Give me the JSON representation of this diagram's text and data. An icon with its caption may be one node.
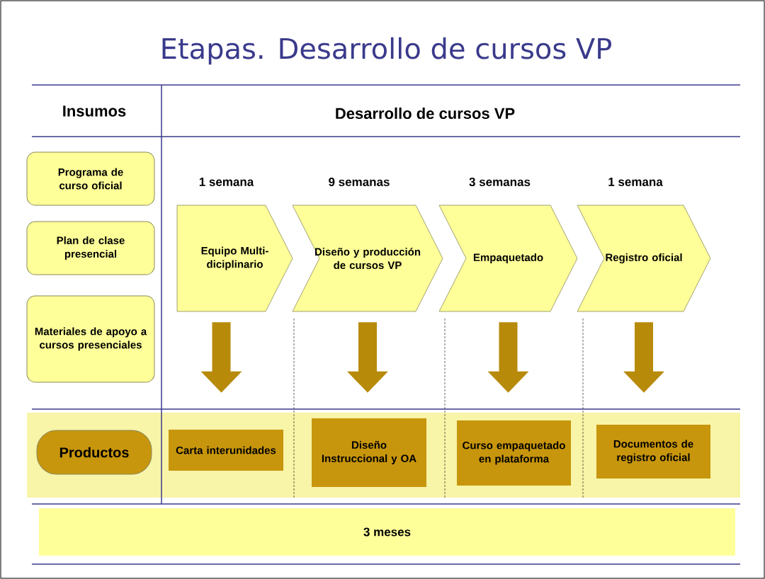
{
  "diagram": {
    "title": "Etapas. Desarrollo de cursos VP",
    "nodes": [
      {
        "text": [
          "Programa de curso oficial"
        ]
      },
      {
        "text": [
          "Plan de clase presencial"
        ]
      },
      {
        "text": [
          "Materiales de apoyo a cursos presenciales"
        ]
      },
      {
        "text": [
          "Productos"
        ]
      },
      {
        "text": [
          "Equipo Multi- diciplinario"
        ],
        "beside": [
          "1 semana"
        ]
      },
      {
        "text": [
          "Diseño y producción de cursos VP"
        ],
        "beside": [
          "9 semanas"
        ]
      },
      {
        "text": [
          "Empaquetado"
        ],
        "beside": [
          "3 semanas"
        ]
      },
      {
        "text": [
          "Registro oficial"
        ],
        "beside": [
          "1 semana"
        ]
      },
      {
        "text": [
          "Carta interunidades"
        ]
      },
      {
        "text": [
          "Diseño Instruccional y OA"
        ]
      },
      {
        "text": [
          "Curso empaquetado en plataforma"
        ]
      },
      {
        "text": [
          "Documentos de registro oficial"
        ]
      },
      {
        "text": [
          "3 meses"
        ]
      }
    ],
    "edges": [
      {
        "from": 4,
        "to": 8,
        "arrow": "to"
      },
      {
        "from": 5,
        "to": 9,
        "arrow": "to"
      },
      {
        "from": 6,
        "to": 10,
        "arrow": "to"
      },
      {
        "from": 7,
        "to": 11,
        "arrow": "to"
      }
    ],
    "labels": [
      "Insumos",
      "Desarrollo de cursos VP"
    ]
  }
}
